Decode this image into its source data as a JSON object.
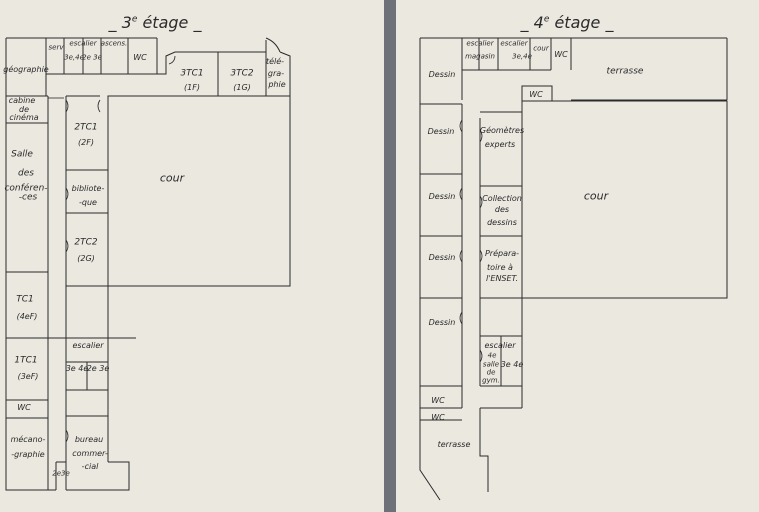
{
  "floors": [
    {
      "title_pre": "_ 3",
      "title_sup": "e",
      "title_post": " étage _",
      "rooms": {
        "serv": "serv",
        "escalier": "escalier",
        "stair_a": "3e,4e",
        "stair_b": "2e 3e",
        "ascens": "ascens.",
        "wc_top": "WC",
        "geographie": "géographie",
        "tc3_1": "3TC1",
        "tc3_1_sub": "(1F)",
        "tc3_2": "3TC2",
        "tc3_2_sub": "(1G)",
        "telegraphie_1": "télé-",
        "telegraphie_2": "gra-",
        "telegraphie_3": "phie",
        "cabine_1": "cabine",
        "cabine_2": "de",
        "cabine_3": "cinéma",
        "tc2_1": "2TC1",
        "tc2_1_sub": "(2F)",
        "salle_1": "Salle",
        "salle_2": "des",
        "salle_3": "conféren-",
        "salle_4": "-ces",
        "cour": "cour",
        "biblio_1": "bibliote-",
        "biblio_2": "-que",
        "tc2_2": "2TC2",
        "tc2_2_sub": "(2G)",
        "tc1": "TC1",
        "tc1_sub": "(4eF)",
        "escalier_low": "escalier",
        "stair_c": "3e 4e",
        "stair_d": "2e 3e",
        "tc1_1": "1TC1",
        "tc1_1_sub": "(3eF)",
        "wc_low": "WC",
        "meca_1": "mécano-",
        "meca_2": "-graphie",
        "bureau_1": "bureau",
        "bureau_2": "commer-",
        "bureau_3": "-cial",
        "small_stair": "2e3e"
      }
    },
    {
      "title_pre": "_ 4",
      "title_sup": "e",
      "title_post": " étage _",
      "rooms": {
        "escalier_magasin_1": "escalier",
        "escalier_magasin_2": "magasin",
        "escalier_2": "escalier",
        "stair_a": "3e,4e",
        "cour_small": "cour",
        "wc_top": "WC",
        "terrasse_top": "terrasse",
        "wc_mid": "WC",
        "dessin_1": "Dessin",
        "dessin_2": "Dessin",
        "geometres_1": "Géomètres",
        "geometres_2": "experts",
        "dessin_3": "Dessin",
        "collection_1": "Collection",
        "collection_2": "des",
        "collection_3": "dessins",
        "cour": "cour",
        "dessin_4": "Dessin",
        "prepa_1": "Prépara-",
        "prepa_2": "toire à",
        "prepa_3": "l'ENSET.",
        "dessin_5": "Dessin",
        "escalier_low": "escalier",
        "gym_1": "4e",
        "gym_2": "salle",
        "gym_3": "de",
        "gym_4": "gym.",
        "stair_b": "3e 4e",
        "wc_a": "WC",
        "wc_b": "WC",
        "terrasse_low": "terrasse"
      }
    }
  ]
}
